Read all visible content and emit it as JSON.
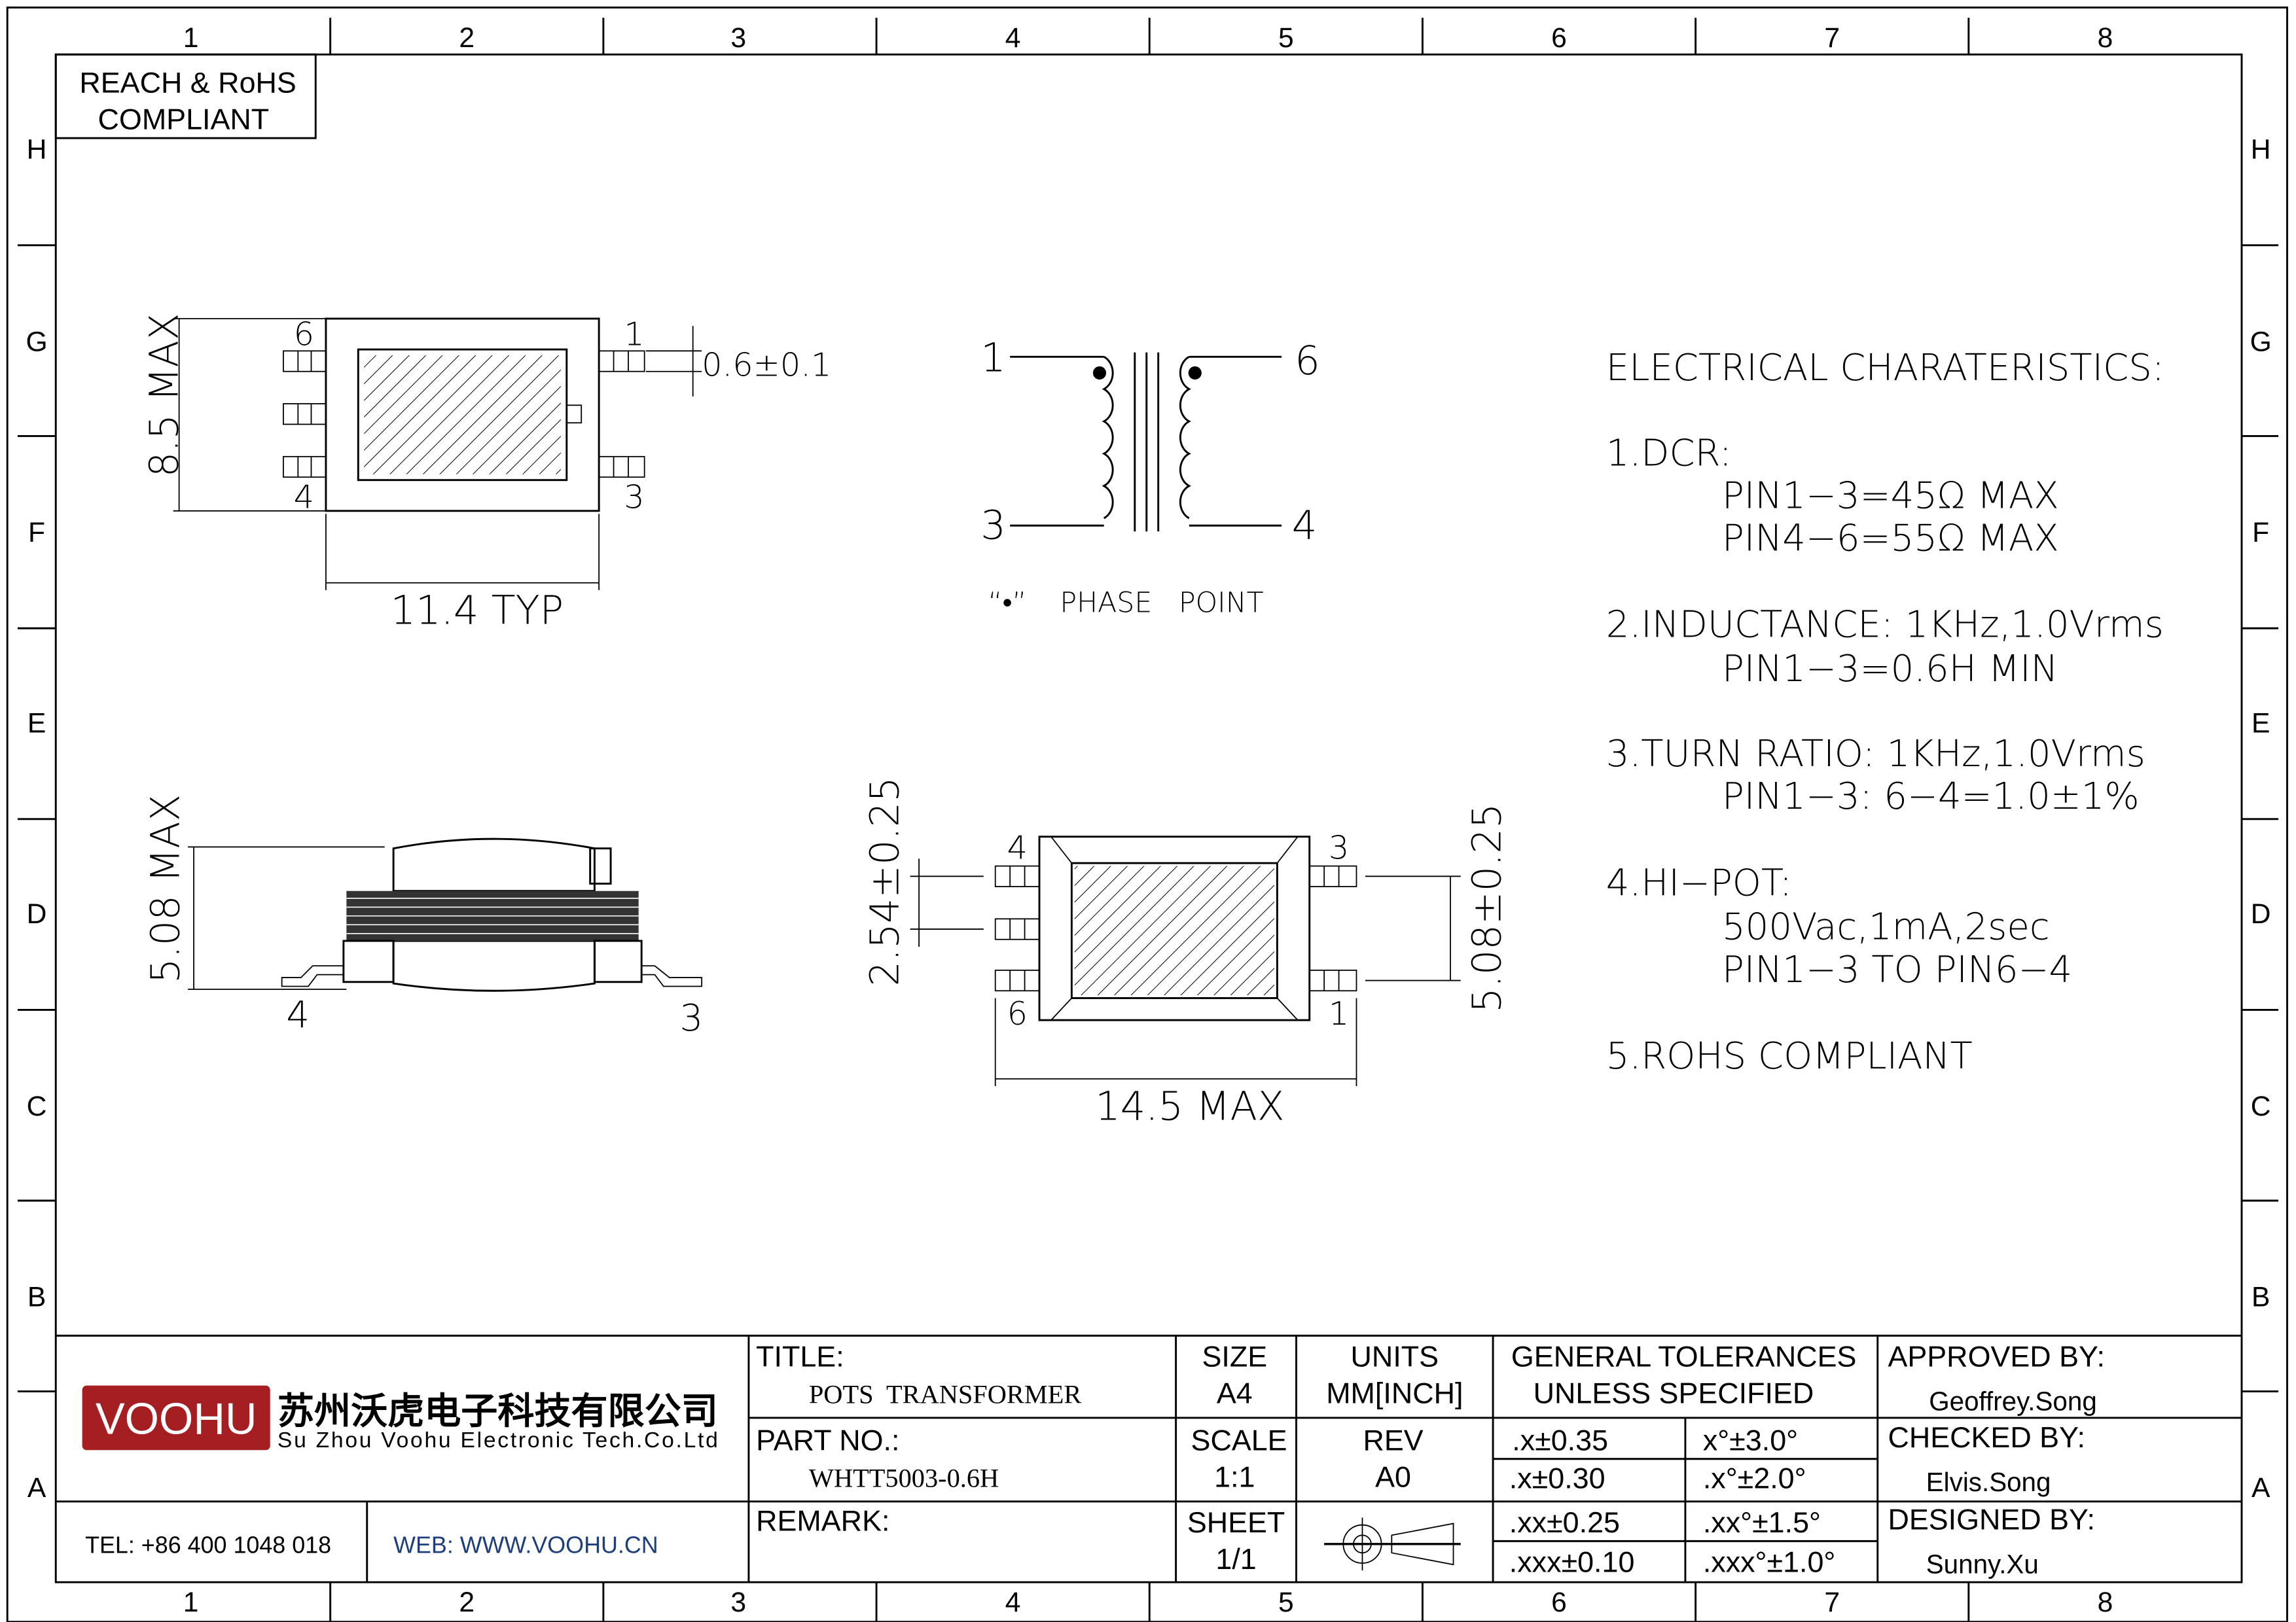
{
  "frame": {
    "columns": [
      "1",
      "2",
      "3",
      "4",
      "5",
      "6",
      "7",
      "8"
    ],
    "rows": [
      "H",
      "G",
      "F",
      "E",
      "D",
      "C",
      "B",
      "A"
    ]
  },
  "compliance_box": {
    "line1": "REACH & RoHS",
    "line2": "COMPLIANT"
  },
  "top_view": {
    "pins": [
      "6",
      "1",
      "4",
      "3"
    ],
    "height_dim": "8.5 MAX",
    "width_dim": "11.4 TYP",
    "pin_dim": "0.6±0.1"
  },
  "schematic": {
    "pins": [
      "1",
      "6",
      "3",
      "4"
    ],
    "legend_dot": "“•”",
    "legend_text": "PHASE   POINT"
  },
  "side_view": {
    "height_dim": "5.08 MAX",
    "pins": [
      "4",
      "3"
    ]
  },
  "bottom_view": {
    "pins": [
      "4",
      "3",
      "6",
      "1"
    ],
    "pitch_dim": "2.54±0.25",
    "span_dim": "5.08±0.25",
    "width_dim": "14.5 MAX"
  },
  "electrical": {
    "title": "ELECTRICAL  CHARATERISTICS:",
    "lines": [
      "1.DCR:",
      "PIN1−3=45Ω  MAX",
      "PIN4−6=55Ω  MAX",
      "2.INDUCTANCE: 1KHz,1.0Vrms",
      "PIN1−3=0.6H  MIN",
      "3.TURN  RATIO: 1KHz,1.0Vrms",
      "PIN1−3: 6−4=1.0±1%",
      "4.HI−POT:",
      "500Vac,1mA,2sec",
      "PIN1−3  TO  PIN6−4",
      "5.ROHS  COMPLIANT"
    ]
  },
  "title_block": {
    "brand": "VOOHU",
    "company_cn": "苏州沃虎电子科技有限公司",
    "company_en": "Su Zhou Voohu Electronic Tech.Co.Ltd",
    "tel": "TEL: +86 400 1048 018",
    "web": "WEB: WWW.VOOHU.CN",
    "title_label": "TITLE:",
    "title_value": "POTS  TRANSFORMER",
    "part_label": "PART NO.:",
    "part_value": "WHTT5003-0.6H",
    "remark_label": "REMARK:",
    "size_label": "SIZE",
    "size_value": "A4",
    "units_label": "UNITS",
    "units_value": "MM[INCH]",
    "scale_label": "SCALE",
    "scale_value": "1:1",
    "rev_label": "REV",
    "rev_value": "A0",
    "sheet_label": "SHEET",
    "sheet_value": "1/1",
    "tol_label1": "GENERAL TOLERANCES",
    "tol_label2": "UNLESS SPECIFIED",
    "tolerances": [
      ".x±0.35",
      "x°±3.0°",
      ".x±0.30",
      ".x°±2.0°",
      ".xx±0.25",
      ".xx°±1.5°",
      ".xxx±0.10",
      ".xxx°±1.0°"
    ],
    "approved_label": "APPROVED BY:",
    "approved_name": "Geoffrey.Song",
    "checked_label": "CHECKED BY:",
    "checked_name": "Elvis.Song",
    "designed_label": "DESIGNED BY:",
    "designed_name": "Sunny.Xu"
  },
  "colors": {
    "brand_red": "#a51e22",
    "web_blue": "#1f3f7a"
  }
}
